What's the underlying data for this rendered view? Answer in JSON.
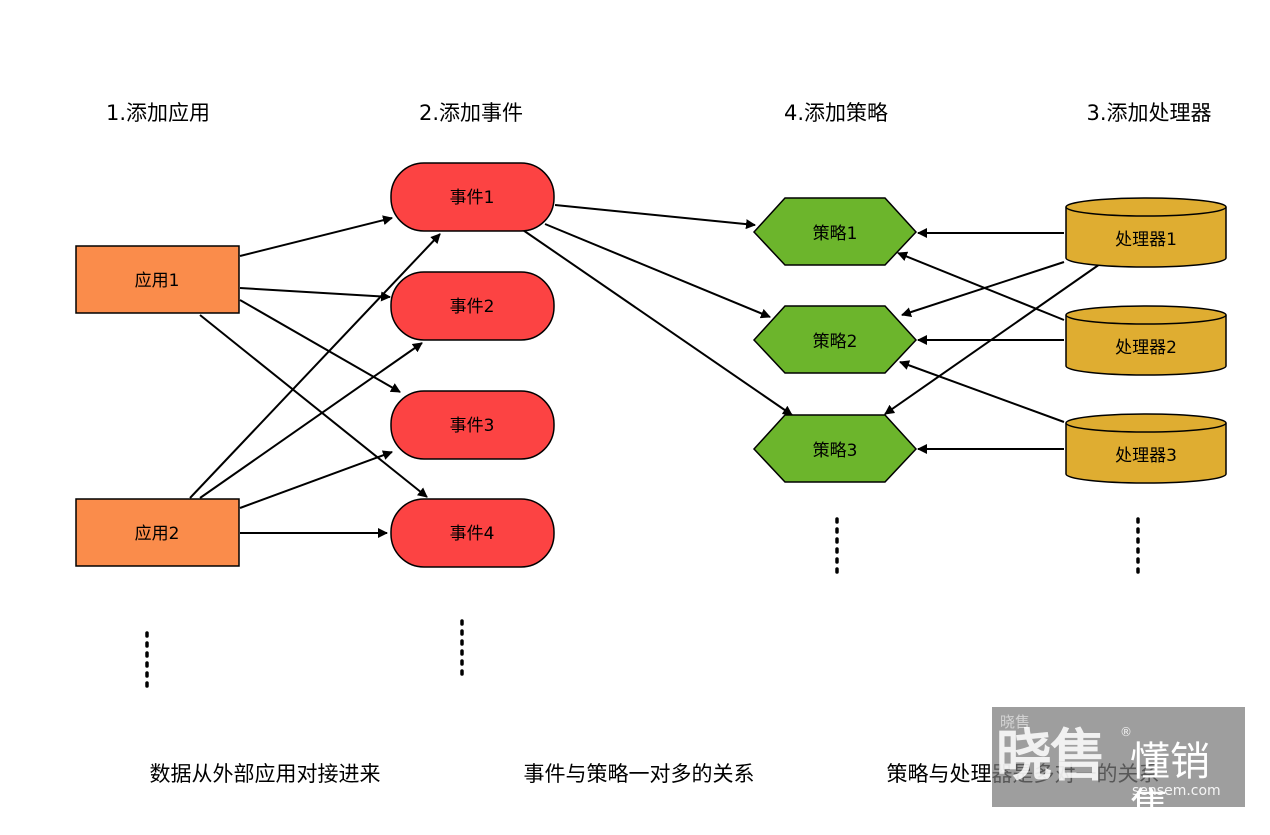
{
  "columns": {
    "apps": "1.添加应用",
    "events": "2.添加事件",
    "strategies": "4.添加策略",
    "handlers": "3.添加处理器"
  },
  "nodes": {
    "app1": "应用1",
    "app2": "应用2",
    "event1": "事件1",
    "event2": "事件2",
    "event3": "事件3",
    "event4": "事件4",
    "strategy1": "策略1",
    "strategy2": "策略2",
    "strategy3": "策略3",
    "handler1": "处理器1",
    "handler2": "处理器2",
    "handler3": "处理器3"
  },
  "captions": {
    "apps": "数据从外部应用对接进来",
    "events": "事件与策略一对多的关系",
    "handlers": "策略与处理器是多对一的关系"
  },
  "colors": {
    "app": "#fa8c4b",
    "event": "#fc4343",
    "strategy": "#6cb52c",
    "handler": "#dfad31"
  },
  "watermark": {
    "small": "晓售",
    "big": "晓售",
    "brand": "懂销售",
    "domain": "sensem.com",
    "mark": "®"
  }
}
